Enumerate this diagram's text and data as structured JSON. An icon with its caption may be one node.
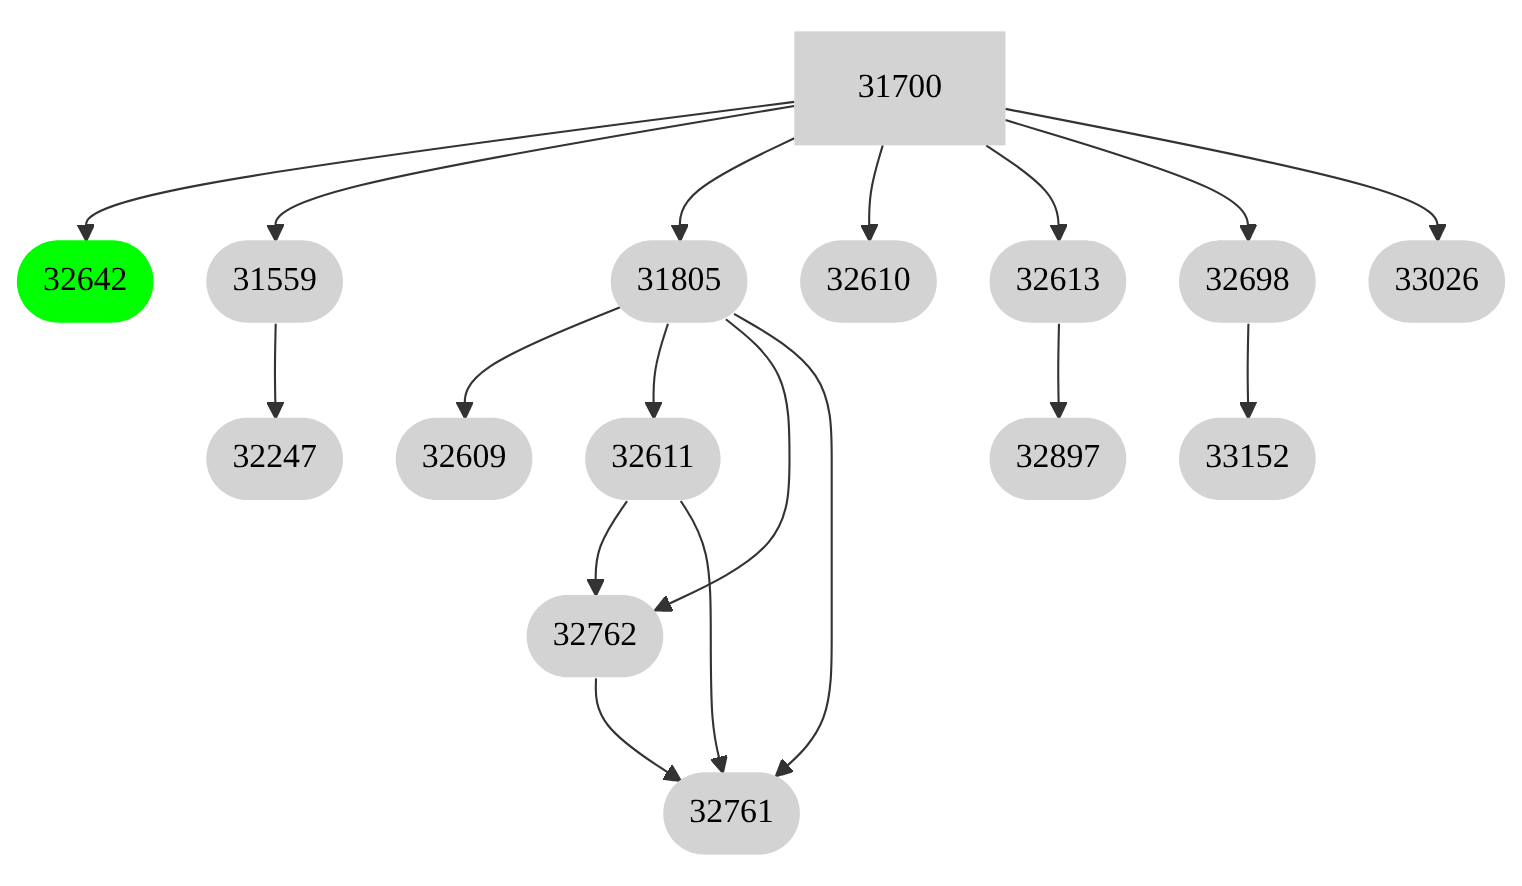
{
  "diagram": {
    "nodes": [
      {
        "text": [
          "31700"
        ]
      },
      {
        "text": [
          "32642"
        ]
      },
      {
        "text": [
          "31559"
        ]
      },
      {
        "text": [
          "31805"
        ]
      },
      {
        "text": [
          "32610"
        ]
      },
      {
        "text": [
          "32613"
        ]
      },
      {
        "text": [
          "32698"
        ]
      },
      {
        "text": [
          "33026"
        ]
      },
      {
        "text": [
          "32247"
        ]
      },
      {
        "text": [
          "32609"
        ]
      },
      {
        "text": [
          "32611"
        ]
      },
      {
        "text": [
          "32897"
        ]
      },
      {
        "text": [
          "33152"
        ]
      },
      {
        "text": [
          "32762"
        ]
      },
      {
        "text": [
          "32761"
        ]
      }
    ],
    "edges": [
      {
        "from": 0,
        "to": 1,
        "arrow": "to"
      },
      {
        "from": 0,
        "to": 2,
        "arrow": "to"
      },
      {
        "from": 0,
        "to": 3,
        "arrow": "to"
      },
      {
        "from": 0,
        "to": 4,
        "arrow": "to"
      },
      {
        "from": 0,
        "to": 5,
        "arrow": "to"
      },
      {
        "from": 0,
        "to": 6,
        "arrow": "to"
      },
      {
        "from": 0,
        "to": 7,
        "arrow": "to"
      },
      {
        "from": 2,
        "to": 8,
        "arrow": "to"
      },
      {
        "from": 3,
        "to": 9,
        "arrow": "to"
      },
      {
        "from": 3,
        "to": 10,
        "arrow": "to"
      },
      {
        "from": 3,
        "to": 13,
        "arrow": "to"
      },
      {
        "from": 3,
        "to": 14,
        "arrow": "to"
      },
      {
        "from": 5,
        "to": 11,
        "arrow": "to"
      },
      {
        "from": 6,
        "to": 12,
        "arrow": "to"
      },
      {
        "from": 10,
        "to": 13,
        "arrow": "to"
      },
      {
        "from": 10,
        "to": 14,
        "arrow": "to"
      },
      {
        "from": 13,
        "to": 14,
        "arrow": "to"
      }
    ]
  }
}
